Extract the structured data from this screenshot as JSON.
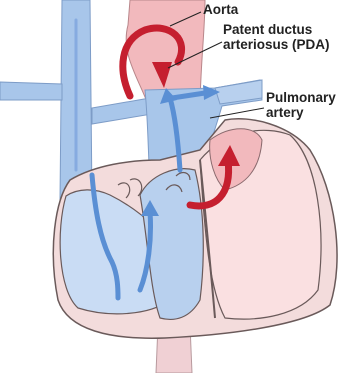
{
  "labels": {
    "aorta": "Aorta",
    "pda_line1": "Patent ductus",
    "pda_line2": "arteriosus (PDA)",
    "pa_line1": "Pulmonary",
    "pa_line2": "artery"
  },
  "colors": {
    "background": "#ffffff",
    "deoxygenated_blue": "#9dbde6",
    "pale_blue": "#c9dcf4",
    "arrow_blue": "#5a8fd4",
    "oxygenated_pink": "#f2b9bd",
    "pale_pink": "#fae0e1",
    "arrow_red": "#c51f2f",
    "outline": "#6a5a5a",
    "text": "#222222"
  }
}
